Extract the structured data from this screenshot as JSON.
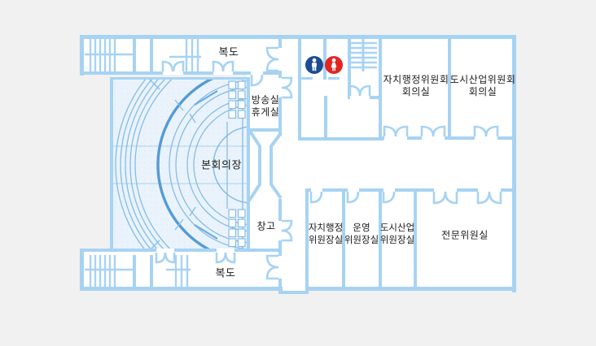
{
  "plan": {
    "type": "building-floor-plan",
    "colors": {
      "background": "#f1f1f2",
      "wall": "#a7d3f3",
      "room_fill": "#ffffff",
      "hall_fill": "#eaf3fb",
      "hall_line": "#85bce7",
      "hall_accent": "#549bd5",
      "text": "#1a1a1a",
      "male_icon_bg": "#1a4d92",
      "female_icon_bg": "#e2251f",
      "icon_figure": "#ffffff"
    },
    "rooms": {
      "corridor_top": {
        "label": "복도"
      },
      "corridor_bottom": {
        "label": "복도"
      },
      "broadcast_room": {
        "line1": "방송실",
        "line2": "휴게실"
      },
      "main_hall": {
        "label": "본회의장"
      },
      "storage": {
        "label": "창고"
      },
      "admin_committee_meeting": {
        "line1": "자치행정위원회",
        "line2": "회의실"
      },
      "urban_committee_meeting": {
        "line1": "도시산업위원회",
        "line2": "회의실"
      },
      "admin_chair_office": {
        "line1": "자치행정",
        "line2": "위원장실"
      },
      "steering_chair_office": {
        "line1": "운영",
        "line2": "위원장실"
      },
      "urban_chair_office": {
        "line1": "도시산업",
        "line2": "위원장실"
      },
      "expert_committee_office": {
        "label": "전문위원실"
      }
    },
    "icons": {
      "male_restroom": "male-restroom-icon",
      "female_restroom": "female-restroom-icon"
    }
  }
}
